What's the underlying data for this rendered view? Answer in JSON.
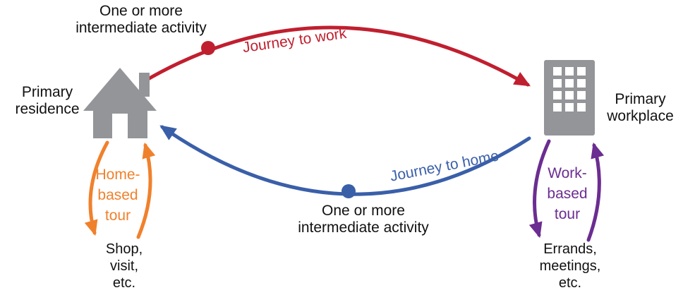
{
  "diagram": {
    "type": "flow-diagram",
    "nodes": {
      "residence": {
        "label": "Primary\nresidence",
        "icon": "house-icon"
      },
      "workplace": {
        "label": "Primary\nworkplace",
        "icon": "building-icon"
      }
    },
    "journeys": {
      "to_work": {
        "label": "Journey to work",
        "intermediate_label": "One or more\nintermediate activity",
        "stop_icon": "intermediate-stop-dot"
      },
      "to_home": {
        "label": "Journey to home",
        "intermediate_label": "One or more\nintermediate activity",
        "stop_icon": "intermediate-stop-dot"
      }
    },
    "tours": {
      "home_based": {
        "label": "Home-\nbased\ntour",
        "examples": "Shop,\nvisit,\netc."
      },
      "work_based": {
        "label": "Work-\nbased\ntour",
        "examples": "Errands,\nmeetings,\netc."
      }
    },
    "colors": {
      "journey_to_work": "#c01f2f",
      "journey_to_home": "#3a5fa9",
      "home_based_tour": "#f0812c",
      "work_based_tour": "#6b2d91",
      "icon_gray": "#939598",
      "text": "#111111"
    }
  }
}
